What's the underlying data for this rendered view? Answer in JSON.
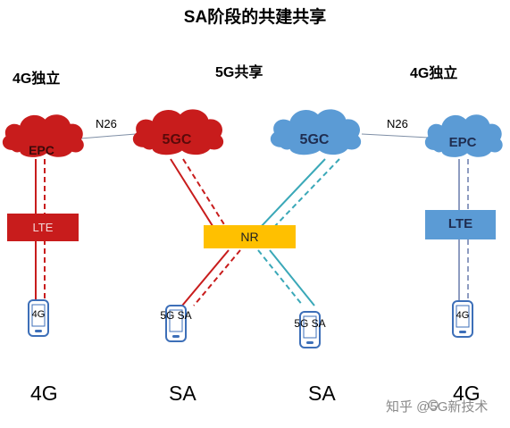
{
  "title": "SA阶段的共建共享",
  "sections": {
    "left": "4G独立",
    "center": "5G共享",
    "right": "4G独立"
  },
  "links": {
    "left_n26": "N26",
    "right_n26": "N26"
  },
  "clouds": {
    "left": "EPC",
    "center_left": "5GC",
    "center_right": "5GC",
    "right": "EPC"
  },
  "boxes": {
    "left_lte": "LTE",
    "nr": "NR",
    "right_lte": "LTE"
  },
  "devices": {
    "left": "4G",
    "center_left": "5G SA",
    "center_right": "5G SA",
    "right": "4G"
  },
  "bottom_labels": {
    "left": "4G",
    "center_left": "SA",
    "center_right": "SA",
    "right": "4G"
  },
  "watermark": "知乎 @5G新技术",
  "colors": {
    "operator_a": "#c81c1c",
    "operator_b": "#5b9bd5",
    "nr": "#ffc000",
    "link": "#3aa8b8"
  }
}
